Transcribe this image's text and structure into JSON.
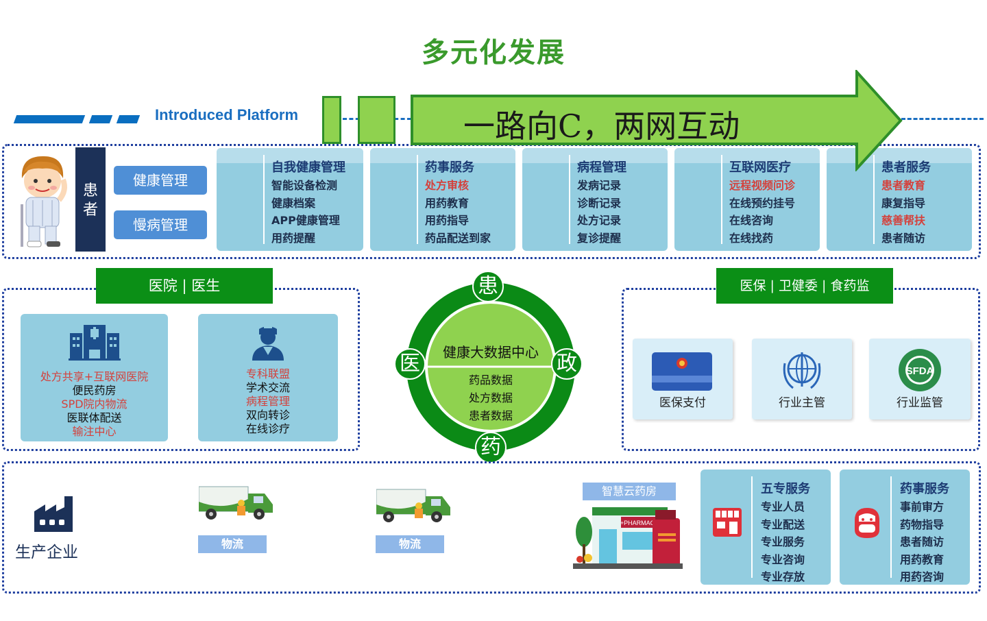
{
  "title": "多元化发展",
  "platform": {
    "label": "Introduced Platform",
    "arrow_text": "一路向C，两网互动"
  },
  "patient": {
    "label": "患者",
    "pills": [
      "健康管理",
      "慢病管理"
    ],
    "cards": [
      {
        "title": "自我健康管理",
        "items": [
          {
            "text": "智能设备检测",
            "hl": false
          },
          {
            "text": "健康档案",
            "hl": false
          },
          {
            "text": "APP健康管理",
            "hl": false
          },
          {
            "text": "用药提醒",
            "hl": false
          }
        ]
      },
      {
        "title": "药事服务",
        "items": [
          {
            "text": "处方审核",
            "hl": true
          },
          {
            "text": "用药教育",
            "hl": false
          },
          {
            "text": "用药指导",
            "hl": false
          },
          {
            "text": "药品配送到家",
            "hl": false
          }
        ]
      },
      {
        "title": "病程管理",
        "items": [
          {
            "text": "发病记录",
            "hl": false
          },
          {
            "text": "诊断记录",
            "hl": false
          },
          {
            "text": "处方记录",
            "hl": false
          },
          {
            "text": "复诊提醒",
            "hl": false
          }
        ]
      },
      {
        "title": "互联网医疗",
        "items": [
          {
            "text": "远程视频问诊",
            "hl": true
          },
          {
            "text": "在线预约挂号",
            "hl": false
          },
          {
            "text": "在线咨询",
            "hl": false
          },
          {
            "text": "在线找药",
            "hl": false
          }
        ]
      },
      {
        "title": "患者服务",
        "items": [
          {
            "text": "患者教育",
            "hl": true
          },
          {
            "text": "康复指导",
            "hl": false
          },
          {
            "text": "慈善帮扶",
            "hl": true
          },
          {
            "text": "患者随访",
            "hl": false
          }
        ]
      }
    ]
  },
  "hospital": {
    "tab": "医院 | 医生",
    "card1": [
      {
        "text": "处方共享+互联网医院",
        "red": true
      },
      {
        "text": "便民药房",
        "red": false
      },
      {
        "text": "SPD院内物流",
        "red": true
      },
      {
        "text": "医联体配送",
        "red": false
      },
      {
        "text": "输注中心",
        "red": true
      }
    ],
    "card2": [
      {
        "text": "专科联盟",
        "red": true
      },
      {
        "text": "学术交流",
        "red": false
      },
      {
        "text": "病程管理",
        "red": true
      },
      {
        "text": "双向转诊",
        "red": false
      },
      {
        "text": "在线诊疗",
        "red": false
      }
    ]
  },
  "center": {
    "title": "健康大数据中心",
    "items": [
      "药品数据",
      "处方数据",
      "患者数据"
    ],
    "ring": {
      "top": "患",
      "left": "医",
      "right": "政",
      "bottom": "药"
    }
  },
  "gov": {
    "tab": "医保 | 卫健委 | 食药监",
    "cards": [
      "医保支付",
      "行业主管",
      "行业监管"
    ],
    "card_badge": "SFDA"
  },
  "bottom": {
    "factory_label": "生产企业",
    "logistics": [
      "物流",
      "物流"
    ],
    "pharmacy_label": "智慧云药房",
    "pharmacy_sign": "+PHARMACY",
    "five": {
      "title": "五专服务",
      "items": [
        "专业人员",
        "专业配送",
        "专业服务",
        "专业咨询",
        "专业存放"
      ]
    },
    "drug": {
      "title": "药事服务",
      "items": [
        "事前审方",
        "药物指导",
        "患者随访",
        "用药教育",
        "用药咨询"
      ]
    }
  },
  "colors": {
    "green_title": "#3a9a2c",
    "dark_green": "#0b8f16",
    "blue": "#1a6ec0",
    "card_blue": "#93cde0",
    "highlight_red": "#d4413c"
  }
}
